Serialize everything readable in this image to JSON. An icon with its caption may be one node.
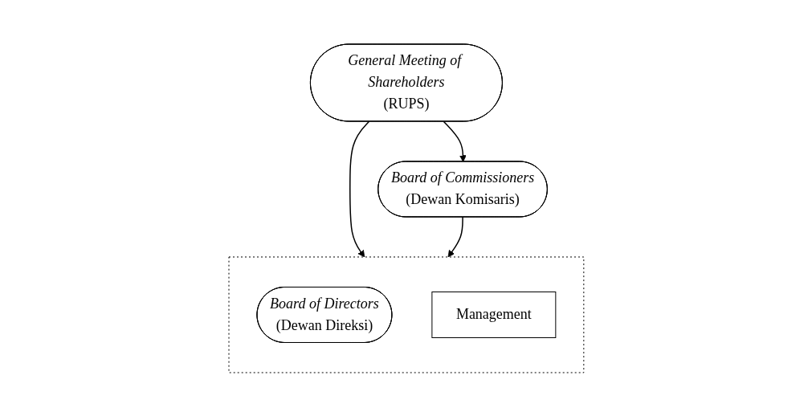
{
  "diagram": {
    "nodes": [
      {
        "text": [
          "General Meeting of Shareholders",
          "(RUPS)"
        ]
      },
      {
        "text": [
          "Board of Commissioners",
          "(Dewan Komisaris)"
        ]
      },
      {
        "text": [],
        "shape": "box"
      },
      {
        "text": [
          "Board of Directors",
          "(Dewan Direksi)"
        ],
        "in": 2
      },
      {
        "text": [
          "Management"
        ],
        "in": 2
      }
    ],
    "edges": [
      {
        "from": 0,
        "to": 1,
        "arrow": "to"
      },
      {
        "from": 0,
        "to": 2,
        "arrow": "to"
      },
      {
        "from": 1,
        "to": 2,
        "arrow": "to"
      }
    ]
  }
}
